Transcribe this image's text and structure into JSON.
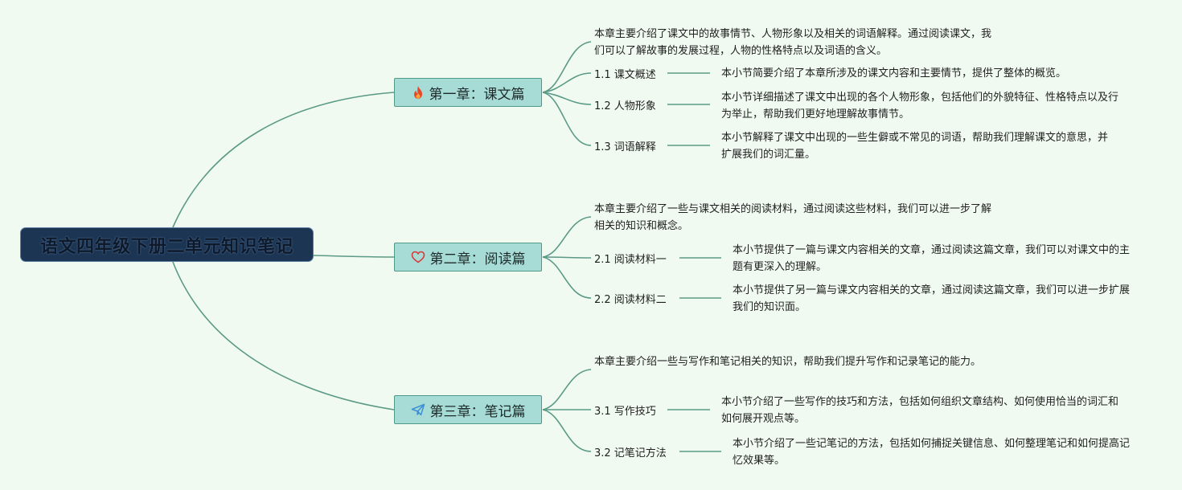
{
  "root": {
    "title": "语文四年级下册二单元知识笔记"
  },
  "chapters": [
    {
      "title": "第一章：课文篇",
      "icon": "fire-icon",
      "summary": "本章主要介绍了课文中的故事情节、人物形象以及相关的词语解释。通过阅读课文，我们可以了解故事的发展过程，人物的性格特点以及词语的含义。",
      "sections": [
        {
          "label": "1.1 课文概述",
          "desc": "本小节简要介绍了本章所涉及的课文内容和主要情节，提供了整体的概览。"
        },
        {
          "label": "1.2 人物形象",
          "desc": "本小节详细描述了课文中出现的各个人物形象，包括他们的外貌特征、性格特点以及行为举止，帮助我们更好地理解故事情节。"
        },
        {
          "label": "1.3 词语解释",
          "desc": "本小节解释了课文中出现的一些生僻或不常见的词语，帮助我们理解课文的意思，并扩展我们的词汇量。"
        }
      ]
    },
    {
      "title": "第二章：阅读篇",
      "icon": "heart-icon",
      "summary": "本章主要介绍了一些与课文相关的阅读材料，通过阅读这些材料，我们可以进一步了解相关的知识和概念。",
      "sections": [
        {
          "label": "2.1 阅读材料一",
          "desc": "本小节提供了一篇与课文内容相关的文章，通过阅读这篇文章，我们可以对课文中的主题有更深入的理解。"
        },
        {
          "label": "2.2 阅读材料二",
          "desc": "本小节提供了另一篇与课文内容相关的文章，通过阅读这篇文章，我们可以进一步扩展我们的知识面。"
        }
      ]
    },
    {
      "title": "第三章：笔记篇",
      "icon": "paper-plane-icon",
      "summary": "本章主要介绍一些与写作和笔记相关的知识，帮助我们提升写作和记录笔记的能力。",
      "sections": [
        {
          "label": "3.1 写作技巧",
          "desc": "本小节介绍了一些写作的技巧和方法，包括如何组织文章结构、如何使用恰当的词汇和如何展开观点等。"
        },
        {
          "label": "3.2 记笔记方法",
          "desc": "本小节介绍了一些记笔记的方法，包括如何捕捉关键信息、如何整理笔记和如何提高记忆效果等。"
        }
      ]
    }
  ],
  "colors": {
    "background": "#f1faf1",
    "root_fill": "#1c3553",
    "chapter_fill": "#a7dcd6",
    "connector": "#5a9a86",
    "fire": "#e8472b",
    "heart": "#d83b3b",
    "plane": "#3d8fd6"
  }
}
